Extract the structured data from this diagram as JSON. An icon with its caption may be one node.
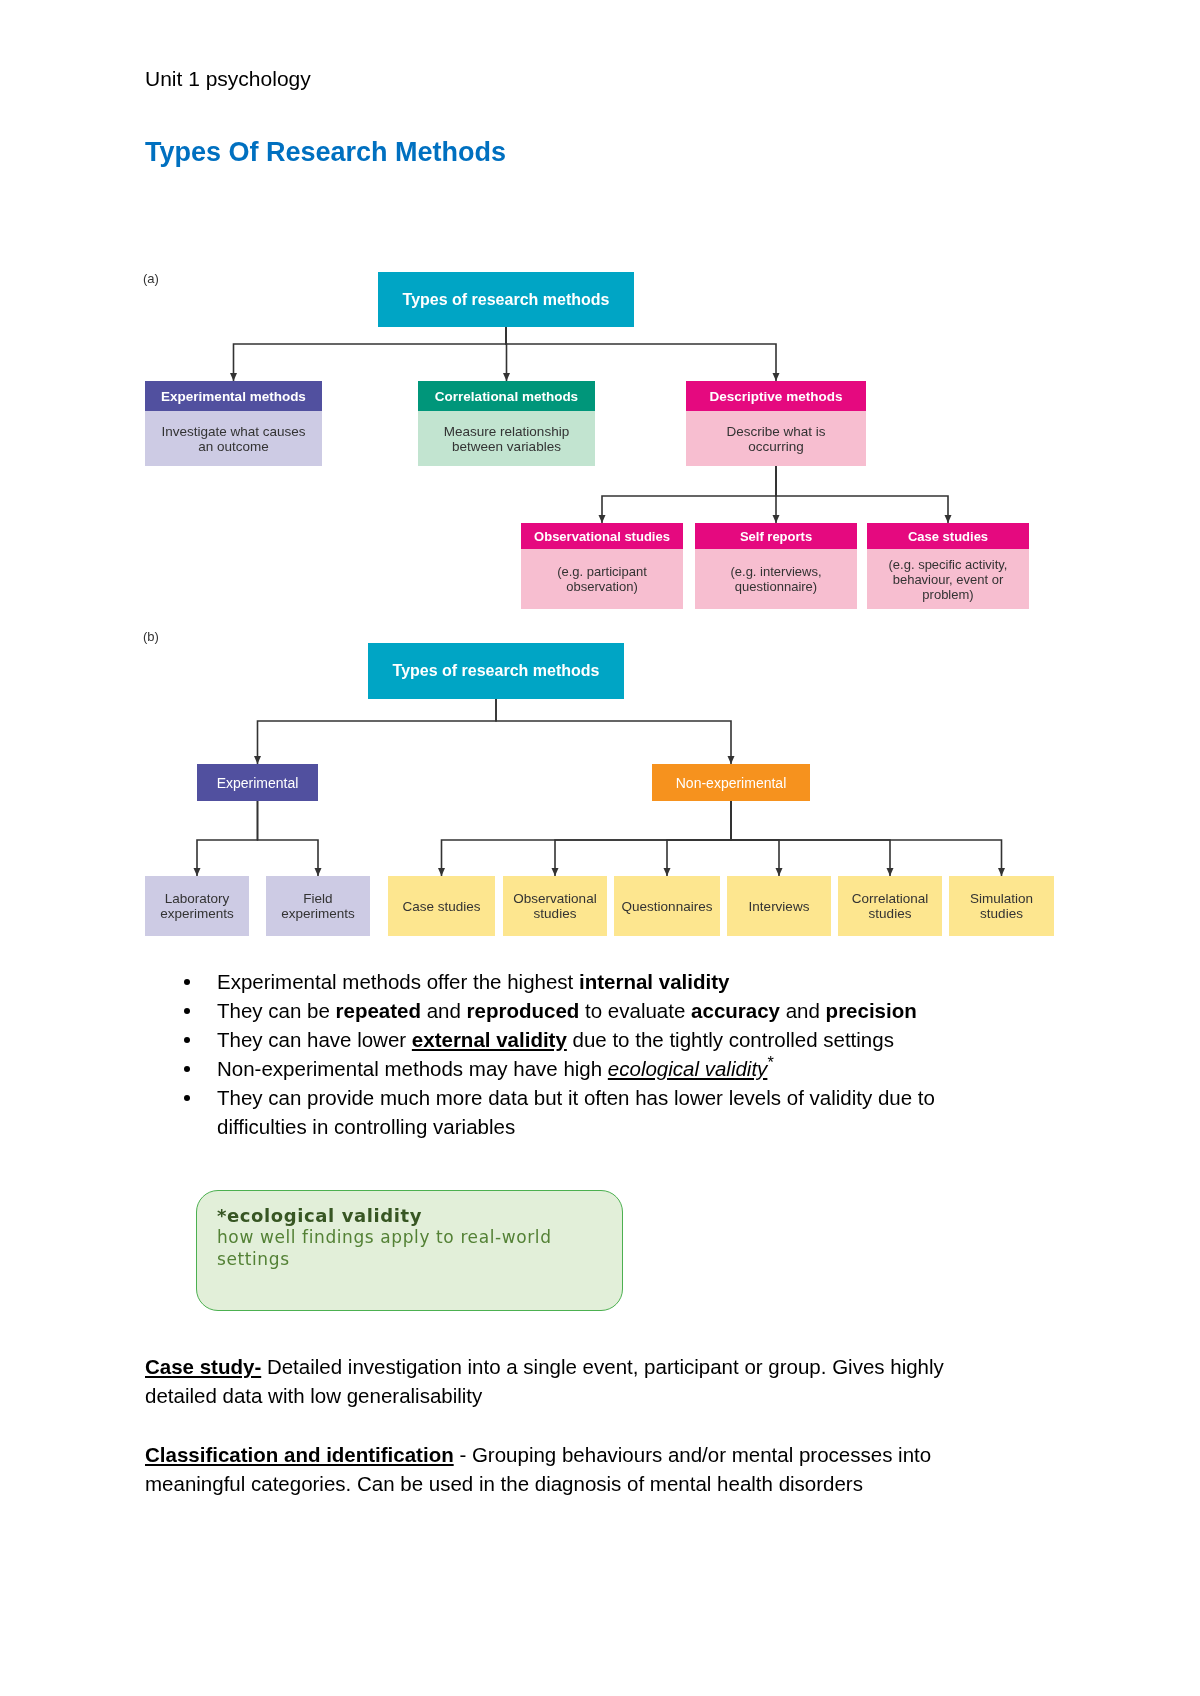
{
  "diagram": {
    "title": "Types Of Research Methods",
    "nodes": [
      {
        "text": [
          "Types of research methods"
        ]
      },
      {
        "text": [
          "Experimental methods",
          "Investigate what causes an outcome"
        ]
      },
      {
        "text": [
          "Correlational methods",
          "Measure relationship between variables"
        ]
      },
      {
        "text": [
          "Descriptive methods",
          "Describe what is occurring"
        ]
      },
      {
        "text": [
          "Observational studies",
          "(e.g. participant observation)"
        ]
      },
      {
        "text": [
          "Self reports",
          "(e.g. interviews, questionnaire)"
        ]
      },
      {
        "text": [
          "Case studies",
          "(e.g. specific activity, behaviour, event or problem)"
        ]
      },
      {
        "text": [
          "Types of research methods"
        ]
      },
      {
        "text": [
          "Experimental"
        ]
      },
      {
        "text": [
          "Non-experimental"
        ]
      },
      {
        "text": [
          "Laboratory experiments"
        ]
      },
      {
        "text": [
          "Field experiments"
        ]
      },
      {
        "text": [
          "Case studies"
        ]
      },
      {
        "text": [
          "Observational studies"
        ]
      },
      {
        "text": [
          "Questionnaires"
        ]
      },
      {
        "text": [
          "Interviews"
        ]
      },
      {
        "text": [
          "Correlational studies"
        ]
      },
      {
        "text": [
          "Simulation studies"
        ]
      },
      {
        "text": [
          "*ecological validity",
          "how well findings apply to real-world settings"
        ]
      }
    ],
    "edges": [
      {
        "from": 0,
        "to": 1,
        "arrow": "to"
      },
      {
        "from": 0,
        "to": 2,
        "arrow": "to"
      },
      {
        "from": 0,
        "to": 3,
        "arrow": "to"
      },
      {
        "from": 3,
        "to": 4,
        "arrow": "to"
      },
      {
        "from": 3,
        "to": 5,
        "arrow": "to"
      },
      {
        "from": 3,
        "to": 6,
        "arrow": "to"
      },
      {
        "from": 7,
        "to": 8,
        "arrow": "to"
      },
      {
        "from": 7,
        "to": 9,
        "arrow": "to"
      },
      {
        "from": 8,
        "to": 10,
        "arrow": "to"
      },
      {
        "from": 8,
        "to": 11,
        "arrow": "to"
      },
      {
        "from": 9,
        "to": 12,
        "arrow": "to"
      },
      {
        "from": 9,
        "to": 13,
        "arrow": "to"
      },
      {
        "from": 9,
        "to": 14,
        "arrow": "to"
      },
      {
        "from": 9,
        "to": 15,
        "arrow": "to"
      },
      {
        "from": 9,
        "to": 16,
        "arrow": "to"
      },
      {
        "from": 9,
        "to": 17,
        "arrow": "to"
      }
    ],
    "labels": [
      "Unit 1 psychology",
      "(a)",
      "(b)",
      "Experimental methods offer the highest **internal validity**",
      "They can be **repeated** and **reproduced** to evaluate **accuracy** and **precision**",
      "They can have lower **external validity** due to the tightly controlled settings",
      "Non-experimental methods may have high *ecological validity*$^{*}$",
      "They can provide much more data but it often has lower levels of validity due to difficulties in controlling variables",
      "**Case study-** Detailed investigation into a single event, participant or group. Gives highly detailed data with low generalisability",
      "**Classification and identification** - Grouping behaviours and/or mental processes into meaningful categories. Can be used in the diagnosis of mental health disorders"
    ]
  }
}
